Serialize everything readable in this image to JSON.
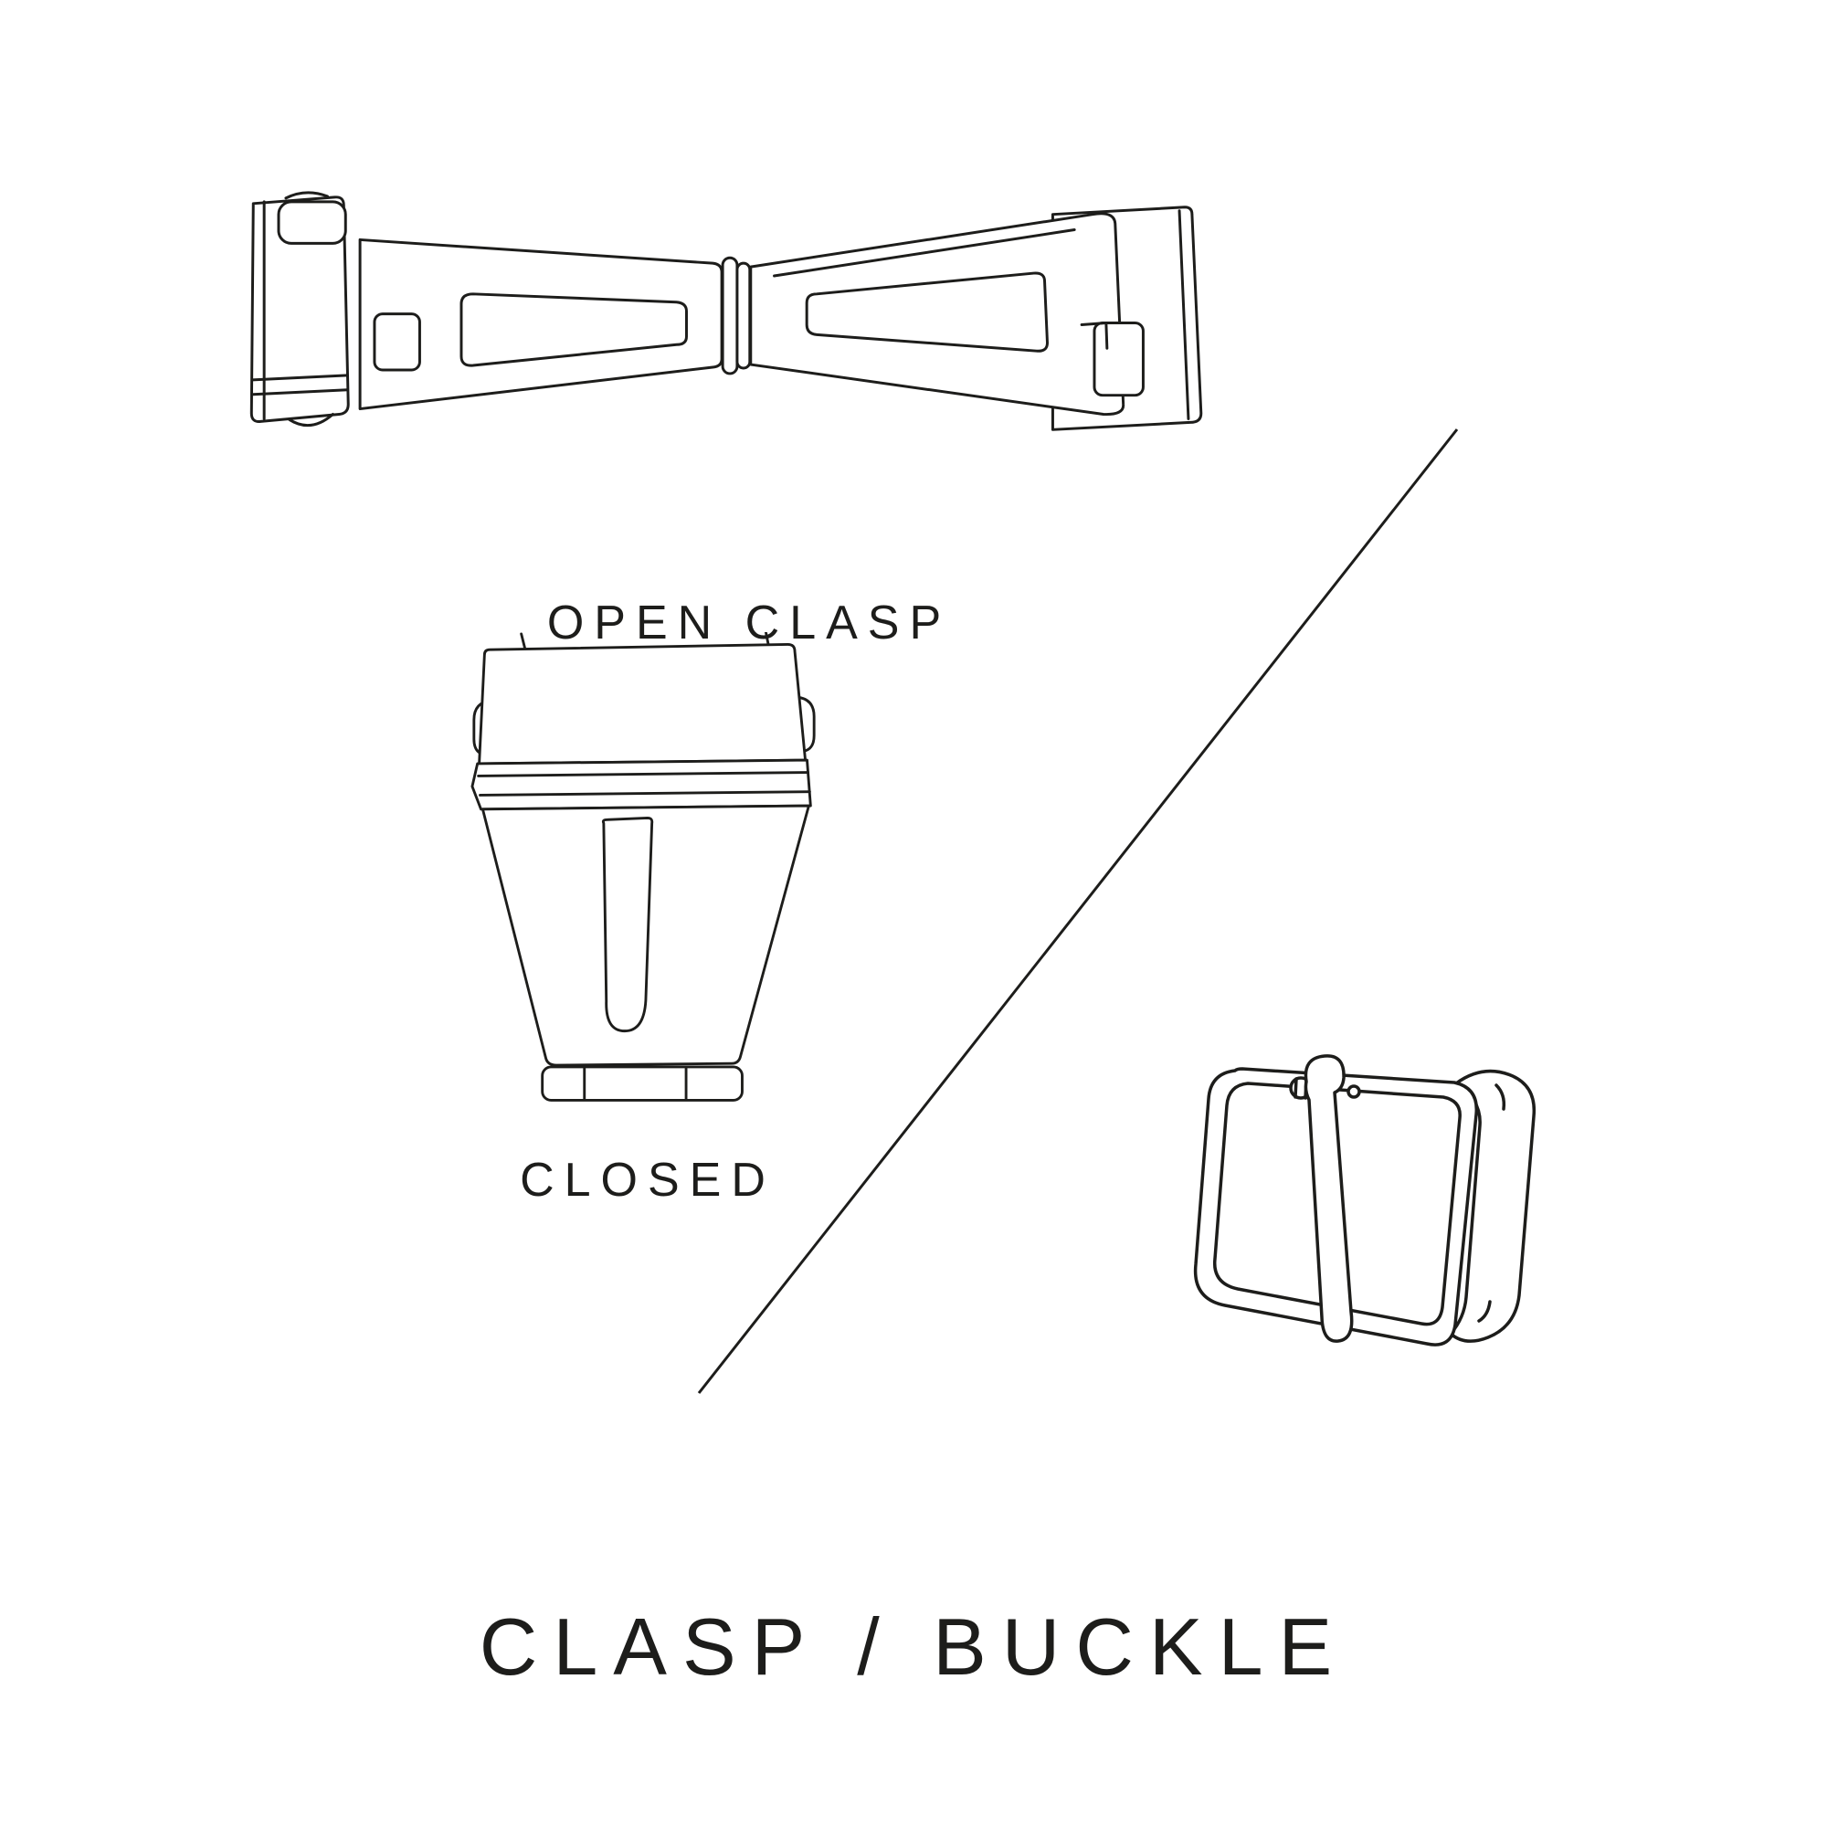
{
  "title": "CLASP / BUCKLE",
  "figures": {
    "open_clasp": {
      "label": "OPEN CLASP"
    },
    "closed_clasp": {
      "label": "CLOSED"
    },
    "pin_buckle": {}
  },
  "colors": {
    "ink": "#1d1d1b",
    "background": "#ffffff"
  }
}
